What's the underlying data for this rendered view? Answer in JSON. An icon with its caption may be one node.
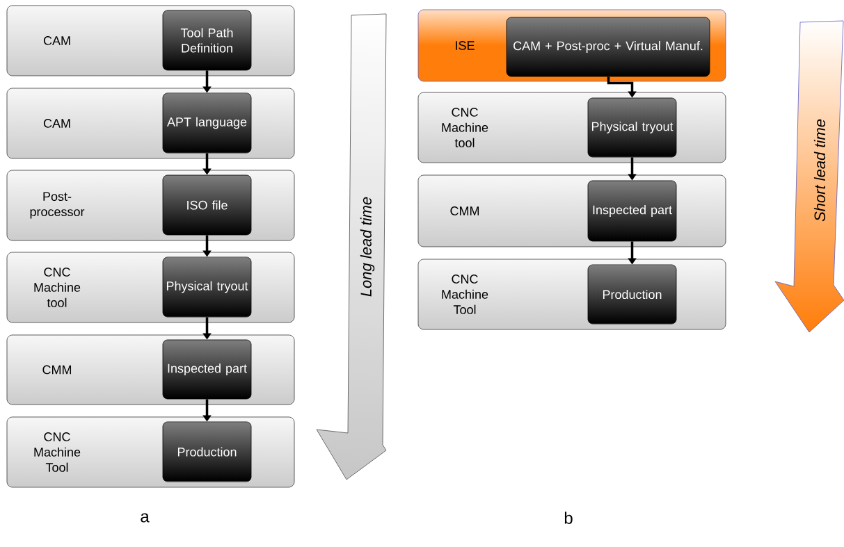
{
  "diagram": {
    "nodes": [
      {
        "text": [
          "CAM"
        ]
      },
      {
        "text": [
          "Tool Path Definition"
        ],
        "in": 0
      },
      {
        "text": [
          "CAM"
        ]
      },
      {
        "text": [
          "APT language"
        ],
        "in": 2
      },
      {
        "text": [
          "Post-processor"
        ]
      },
      {
        "text": [
          "ISO file"
        ],
        "in": 4
      },
      {
        "text": [
          "CNC Machine tool"
        ]
      },
      {
        "text": [
          "Physical tryout"
        ],
        "in": 6
      },
      {
        "text": [
          "CMM"
        ]
      },
      {
        "text": [
          "Inspected part"
        ],
        "in": 8
      },
      {
        "text": [
          "CNC Machine Tool"
        ]
      },
      {
        "text": [
          "Production"
        ],
        "in": 10
      },
      {
        "text": [
          "Long lead time"
        ]
      },
      {
        "text": [
          "ISE"
        ]
      },
      {
        "text": [
          "CAM + Post-proc + Virtual Manuf."
        ],
        "in": 13
      },
      {
        "text": [
          "CNC Machine tool"
        ]
      },
      {
        "text": [
          "Physical tryout"
        ],
        "in": 15
      },
      {
        "text": [
          "CMM"
        ]
      },
      {
        "text": [
          "Inspected part"
        ],
        "in": 17
      },
      {
        "text": [
          "CNC Machine Tool"
        ]
      },
      {
        "text": [
          "Production"
        ],
        "in": 19
      },
      {
        "text": [
          "Short lead time"
        ]
      }
    ],
    "edges": [
      {
        "from": 1,
        "to": 3,
        "arrow": "to"
      },
      {
        "from": 3,
        "to": 5,
        "arrow": "to"
      },
      {
        "from": 5,
        "to": 7,
        "arrow": "to"
      },
      {
        "from": 7,
        "to": 9,
        "arrow": "to"
      },
      {
        "from": 9,
        "to": 11,
        "arrow": "to"
      },
      {
        "from": 14,
        "to": 16,
        "arrow": "to"
      },
      {
        "from": 16,
        "to": 18,
        "arrow": "to"
      },
      {
        "from": 18,
        "to": 20,
        "arrow": "to"
      }
    ],
    "labels": [
      "a",
      "b"
    ]
  }
}
